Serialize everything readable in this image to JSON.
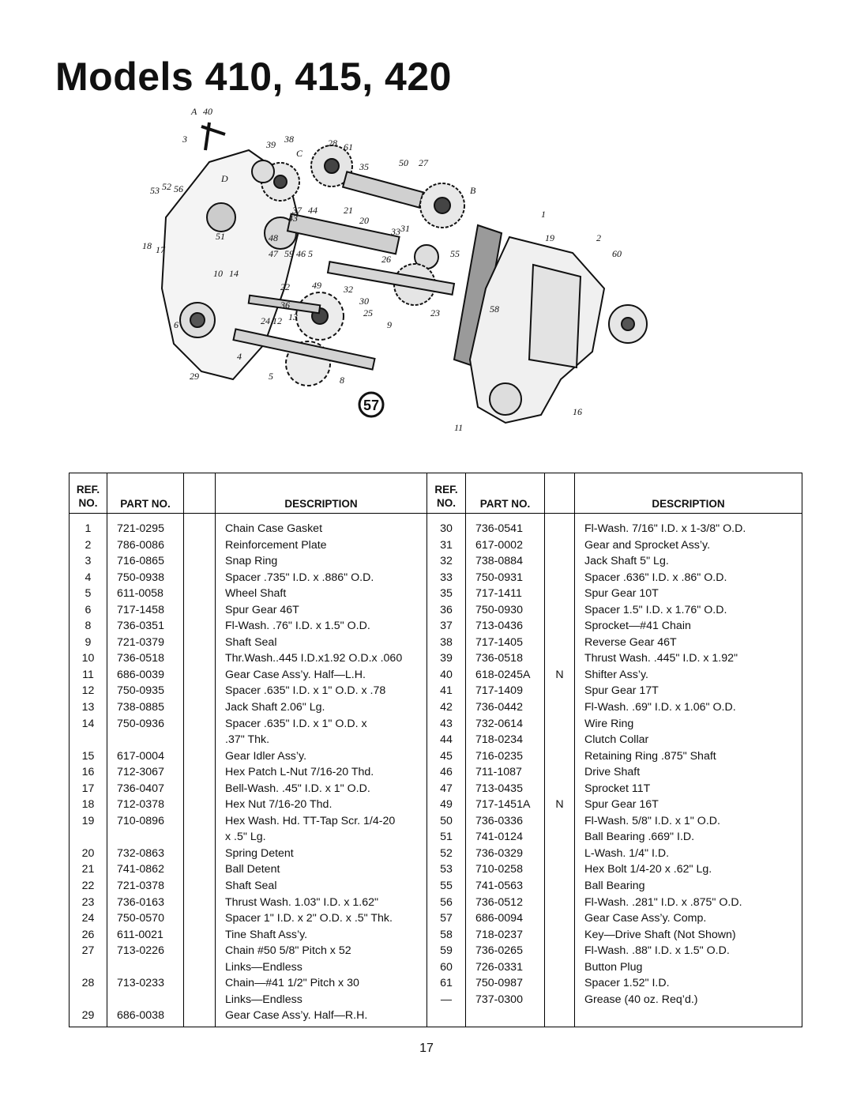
{
  "page_title": "Models 410, 415, 420",
  "figure_number": "57",
  "figure_callouts": [
    "A",
    "40",
    "3",
    "39",
    "38",
    "C",
    "28",
    "61",
    "35",
    "50",
    "27",
    "52",
    "D",
    "53",
    "56",
    "B",
    "37",
    "44",
    "21",
    "20",
    "43",
    "1",
    "19",
    "2",
    "60",
    "51",
    "47",
    "59",
    "46",
    "5",
    "48",
    "31",
    "18",
    "17",
    "26",
    "55",
    "33",
    "10",
    "14",
    "22",
    "49",
    "32",
    "36",
    "30",
    "25",
    "23",
    "24",
    "12",
    "13",
    "6",
    "9",
    "58",
    "29",
    "5",
    "4",
    "8",
    "11",
    "16"
  ],
  "table": {
    "headers": {
      "ref": [
        "REF.",
        "NO."
      ],
      "part_no": "PART NO.",
      "description": "DESCRIPTION"
    },
    "left_rows": [
      {
        "ref": "1",
        "part": "721-0295",
        "flag": "",
        "desc": "Chain Case Gasket"
      },
      {
        "ref": "2",
        "part": "786-0086",
        "flag": "",
        "desc": "Reinforcement Plate"
      },
      {
        "ref": "3",
        "part": "716-0865",
        "flag": "",
        "desc": "Snap Ring"
      },
      {
        "ref": "4",
        "part": "750-0938",
        "flag": "",
        "desc": "Spacer .735\" I.D. x .886\" O.D."
      },
      {
        "ref": "5",
        "part": "611-0058",
        "flag": "",
        "desc": "Wheel Shaft"
      },
      {
        "ref": "6",
        "part": "717-1458",
        "flag": "",
        "desc": "Spur Gear 46T"
      },
      {
        "ref": "8",
        "part": "736-0351",
        "flag": "",
        "desc": "Fl-Wash. .76\" I.D. x 1.5\" O.D."
      },
      {
        "ref": "9",
        "part": "721-0379",
        "flag": "",
        "desc": "Shaft Seal"
      },
      {
        "ref": "10",
        "part": "736-0518",
        "flag": "",
        "desc": "Thr.Wash..445 I.D.x1.92 O.D.x .060"
      },
      {
        "ref": "11",
        "part": "686-0039",
        "flag": "",
        "desc": "Gear Case Ass’y. Half—L.H."
      },
      {
        "ref": "12",
        "part": "750-0935",
        "flag": "",
        "desc": "Spacer .635\" I.D. x 1\" O.D. x .78"
      },
      {
        "ref": "13",
        "part": "738-0885",
        "flag": "",
        "desc": "Jack Shaft 2.06\" Lg."
      },
      {
        "ref": "14",
        "part": "750-0936",
        "flag": "",
        "desc": "Spacer .635\" I.D. x 1\" O.D. x"
      },
      {
        "ref": "",
        "part": "",
        "flag": "",
        "desc": ".37\" Thk."
      },
      {
        "ref": "15",
        "part": "617-0004",
        "flag": "",
        "desc": "Gear Idler Ass’y."
      },
      {
        "ref": "16",
        "part": "712-3067",
        "flag": "",
        "desc": "Hex Patch L-Nut 7/16-20 Thd."
      },
      {
        "ref": "17",
        "part": "736-0407",
        "flag": "",
        "desc": "Bell-Wash. .45\" I.D. x 1\" O.D."
      },
      {
        "ref": "18",
        "part": "712-0378",
        "flag": "",
        "desc": "Hex Nut 7/16-20 Thd."
      },
      {
        "ref": "19",
        "part": "710-0896",
        "flag": "",
        "desc": "Hex Wash. Hd. TT-Tap Scr. 1/4-20"
      },
      {
        "ref": "",
        "part": "",
        "flag": "",
        "desc": "x .5\" Lg."
      },
      {
        "ref": "20",
        "part": "732-0863",
        "flag": "",
        "desc": "Spring Detent"
      },
      {
        "ref": "21",
        "part": "741-0862",
        "flag": "",
        "desc": "Ball Detent"
      },
      {
        "ref": "22",
        "part": "721-0378",
        "flag": "",
        "desc": "Shaft Seal"
      },
      {
        "ref": "23",
        "part": "736-0163",
        "flag": "",
        "desc": "Thrust Wash. 1.03\" I.D. x 1.62\""
      },
      {
        "ref": "24",
        "part": "750-0570",
        "flag": "",
        "desc": "Spacer 1\" I.D. x 2\" O.D. x .5\" Thk."
      },
      {
        "ref": "26",
        "part": "611-0021",
        "flag": "",
        "desc": "Tine Shaft Ass’y."
      },
      {
        "ref": "27",
        "part": "713-0226",
        "flag": "",
        "desc": "Chain #50 5/8\" Pitch x 52"
      },
      {
        "ref": "",
        "part": "",
        "flag": "",
        "desc": "   Links—Endless"
      },
      {
        "ref": "28",
        "part": "713-0233",
        "flag": "",
        "desc": "Chain—#41 1/2\" Pitch x 30"
      },
      {
        "ref": "",
        "part": "",
        "flag": "",
        "desc": "   Links—Endless"
      },
      {
        "ref": "29",
        "part": "686-0038",
        "flag": "",
        "desc": "Gear Case Ass’y. Half—R.H."
      }
    ],
    "right_rows": [
      {
        "ref": "30",
        "part": "736-0541",
        "flag": "",
        "desc": "Fl-Wash. 7/16\" I.D. x 1-3/8\" O.D."
      },
      {
        "ref": "31",
        "part": "617-0002",
        "flag": "",
        "desc": "Gear and Sprocket Ass’y."
      },
      {
        "ref": "32",
        "part": "738-0884",
        "flag": "",
        "desc": "Jack Shaft 5\" Lg."
      },
      {
        "ref": "33",
        "part": "750-0931",
        "flag": "",
        "desc": "Spacer .636\" I.D. x .86\" O.D."
      },
      {
        "ref": "35",
        "part": "717-1411",
        "flag": "",
        "desc": "Spur Gear 10T"
      },
      {
        "ref": "36",
        "part": "750-0930",
        "flag": "",
        "desc": "Spacer 1.5\" I.D. x 1.76\" O.D."
      },
      {
        "ref": "37",
        "part": "713-0436",
        "flag": "",
        "desc": "Sprocket—#41 Chain"
      },
      {
        "ref": "38",
        "part": "717-1405",
        "flag": "",
        "desc": "Reverse Gear 46T"
      },
      {
        "ref": "39",
        "part": "736-0518",
        "flag": "",
        "desc": "Thrust Wash. .445\" I.D. x 1.92\""
      },
      {
        "ref": "40",
        "part": "618-0245A",
        "flag": "N",
        "desc": "Shifter Ass’y."
      },
      {
        "ref": "41",
        "part": "717-1409",
        "flag": "",
        "desc": "Spur Gear 17T"
      },
      {
        "ref": "42",
        "part": "736-0442",
        "flag": "",
        "desc": "Fl-Wash. .69\" I.D. x 1.06\" O.D."
      },
      {
        "ref": "43",
        "part": "732-0614",
        "flag": "",
        "desc": "Wire Ring"
      },
      {
        "ref": "44",
        "part": "718-0234",
        "flag": "",
        "desc": "Clutch Collar"
      },
      {
        "ref": "45",
        "part": "716-0235",
        "flag": "",
        "desc": "Retaining Ring .875\" Shaft"
      },
      {
        "ref": "46",
        "part": "711-1087",
        "flag": "",
        "desc": "Drive Shaft"
      },
      {
        "ref": "47",
        "part": "713-0435",
        "flag": "",
        "desc": "Sprocket 11T"
      },
      {
        "ref": "49",
        "part": "717-1451A",
        "flag": "N",
        "desc": "Spur Gear 16T"
      },
      {
        "ref": "50",
        "part": "736-0336",
        "flag": "",
        "desc": "Fl-Wash. 5/8\" I.D. x 1\" O.D."
      },
      {
        "ref": "51",
        "part": "741-0124",
        "flag": "",
        "desc": "Ball Bearing .669\" I.D."
      },
      {
        "ref": "52",
        "part": "736-0329",
        "flag": "",
        "desc": "L-Wash. 1/4\" I.D."
      },
      {
        "ref": "53",
        "part": "710-0258",
        "flag": "",
        "desc": "Hex Bolt 1/4-20 x .62\" Lg."
      },
      {
        "ref": "55",
        "part": "741-0563",
        "flag": "",
        "desc": "Ball Bearing"
      },
      {
        "ref": "56",
        "part": "736-0512",
        "flag": "",
        "desc": "Fl-Wash. .281\" I.D. x .875\" O.D."
      },
      {
        "ref": "57",
        "part": "686-0094",
        "flag": "",
        "desc": "Gear Case Ass’y. Comp."
      },
      {
        "ref": "58",
        "part": "718-0237",
        "flag": "",
        "desc": "Key—Drive Shaft (Not Shown)"
      },
      {
        "ref": "59",
        "part": "736-0265",
        "flag": "",
        "desc": "Fl-Wash. .88\" I.D. x 1.5\"  O.D."
      },
      {
        "ref": "60",
        "part": "726-0331",
        "flag": "",
        "desc": "Button Plug"
      },
      {
        "ref": "61",
        "part": "750-0987",
        "flag": "",
        "desc": "Spacer 1.52\" I.D."
      },
      {
        "ref": "—",
        "part": "737-0300",
        "flag": "",
        "desc": "Grease (40 oz. Req’d.)"
      },
      {
        "ref": "",
        "part": "",
        "flag": "",
        "desc": ""
      }
    ]
  },
  "page_number": "17"
}
